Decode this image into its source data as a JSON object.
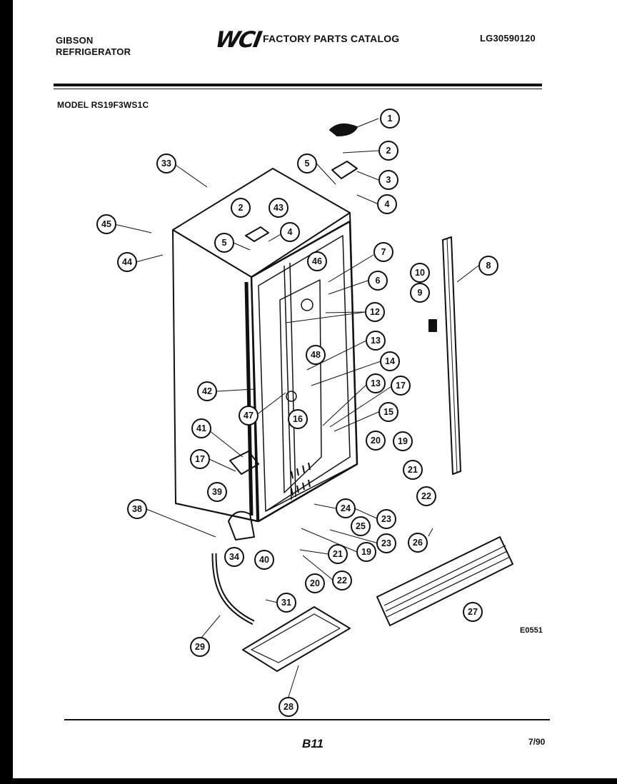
{
  "header": {
    "brand_line1": "GIBSON",
    "brand_line2": "REFRIGERATOR",
    "logo": "WCI",
    "catalog_title": "FACTORY PARTS CATALOG",
    "catalog_number": "LG30590120",
    "model_label": "MODEL RS19F3WS1C"
  },
  "diagram": {
    "drawing_code": "E0551",
    "callouts": [
      "1",
      "2",
      "3",
      "4",
      "5",
      "2",
      "43",
      "4",
      "5",
      "33",
      "45",
      "44",
      "46",
      "7",
      "6",
      "12",
      "13",
      "14",
      "13",
      "17",
      "15",
      "8",
      "10",
      "9",
      "48",
      "42",
      "47",
      "16",
      "41",
      "17",
      "20",
      "19",
      "21",
      "22",
      "24",
      "23",
      "25",
      "23",
      "19",
      "21",
      "22",
      "20",
      "26",
      "27",
      "39",
      "38",
      "34",
      "40",
      "31",
      "29",
      "28"
    ]
  },
  "footer": {
    "page_number": "B11",
    "date": "7/90"
  }
}
